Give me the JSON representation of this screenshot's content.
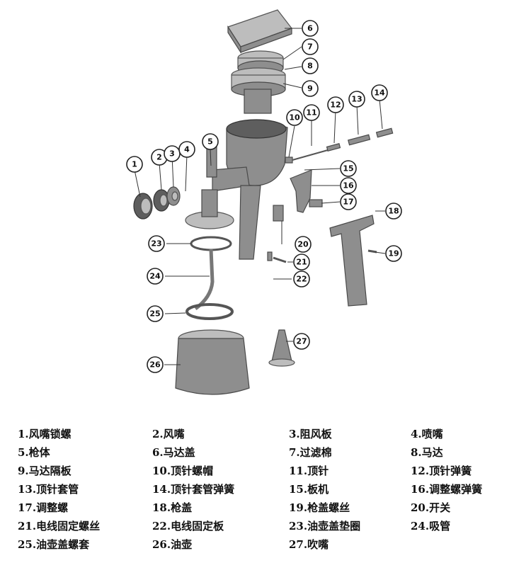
{
  "callouts": [
    "1",
    "2",
    "3",
    "4",
    "5",
    "6",
    "7",
    "8",
    "9",
    "10",
    "11",
    "12",
    "13",
    "14",
    "15",
    "16",
    "17",
    "18",
    "19",
    "20",
    "21",
    "22",
    "23",
    "24",
    "25",
    "26",
    "27"
  ],
  "legend": [
    "1.风嘴锁螺",
    "2.风嘴",
    "3.阻风板",
    "4.喷嘴",
    "5.枪体",
    "6.马达盖",
    "7.过滤棉",
    "8.马达",
    "9.马达隔板",
    "10.顶针螺帽",
    "11.顶针",
    "12.顶针弹簧",
    "13.顶针套管",
    "14.顶针套管弹簧",
    "15.板机",
    "16.调整螺弹簧",
    "17.调整螺",
    "18.枪盖",
    "19.枪盖螺丝",
    "20.开关",
    "21.电线固定螺丝",
    "22.电线固定板",
    "23.油壶盖垫圈",
    "24.吸管",
    "25.油壶盖螺套",
    "26.油壶",
    "27.吹嘴"
  ]
}
